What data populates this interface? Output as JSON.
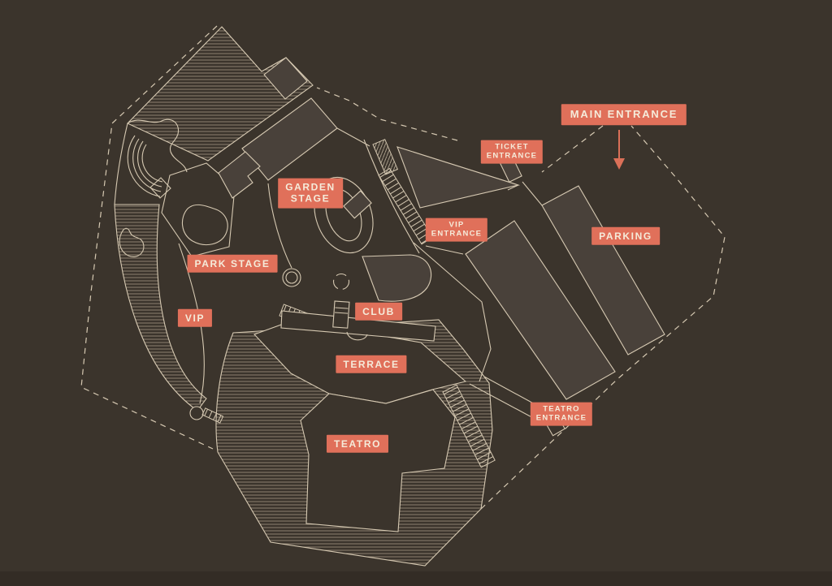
{
  "colors": {
    "background": "#3B342C",
    "linework": "#D6C9B2",
    "hatch_line": "#B9AC94",
    "building_fill": "#49413A",
    "label_background": "#E0705A",
    "label_text": "#F5EBDA",
    "arrow": "#DB7058"
  },
  "map": {
    "labels": {
      "main_entrance": {
        "text": "MAIN ENTRANCE"
      },
      "ticket_entrance": {
        "line1": "TICKET",
        "line2": "ENTRANCE"
      },
      "garden_stage": {
        "line1": "GARDEN",
        "line2": "STAGE"
      },
      "vip_entrance": {
        "line1": "VIP",
        "line2": "ENTRANCE"
      },
      "parking": {
        "text": "PARKING"
      },
      "park_stage": {
        "text": "PARK STAGE"
      },
      "vip": {
        "text": "VIP"
      },
      "club": {
        "text": "CLUB"
      },
      "terrace": {
        "text": "TERRACE"
      },
      "teatro": {
        "text": "TEATRO"
      },
      "teatro_entrance": {
        "line1": "TEATRO",
        "line2": "ENTRANCE"
      }
    }
  }
}
